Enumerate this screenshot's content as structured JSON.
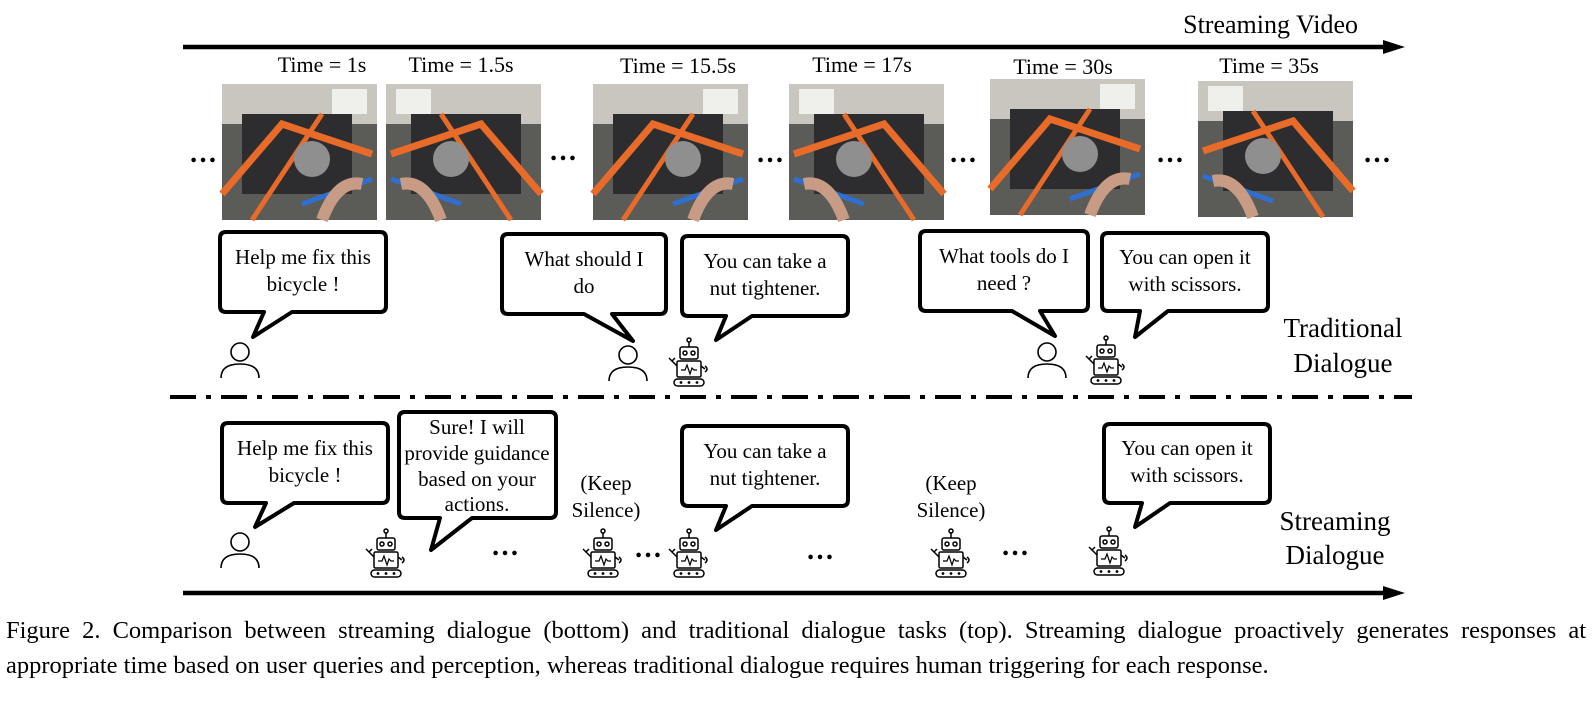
{
  "header": {
    "streaming_video_label": "Streaming Video"
  },
  "frames": [
    {
      "time_label": "Time = 1s"
    },
    {
      "time_label": "Time = 1.5s"
    },
    {
      "time_label": "Time = 15.5s"
    },
    {
      "time_label": "Time = 17s"
    },
    {
      "time_label": "Time = 30s"
    },
    {
      "time_label": "Time = 35s"
    }
  ],
  "ellipsis": "…",
  "traditional": {
    "label_line1": "Traditional",
    "label_line2": "Dialogue",
    "bubbles": [
      {
        "speaker": "user",
        "lines": [
          "Help me fix this",
          "bicycle !"
        ]
      },
      {
        "speaker": "user",
        "lines": [
          "What should I",
          "do"
        ]
      },
      {
        "speaker": "robot",
        "lines": [
          "You can take a",
          "nut tightener."
        ]
      },
      {
        "speaker": "user",
        "lines": [
          "What tools do I",
          "need ?"
        ]
      },
      {
        "speaker": "robot",
        "lines": [
          "You can open it",
          "with scissors."
        ]
      }
    ]
  },
  "streaming": {
    "label_line1": "Streaming",
    "label_line2": "Dialogue",
    "bubbles": [
      {
        "speaker": "user",
        "lines": [
          "Help me fix this",
          "bicycle !"
        ]
      },
      {
        "speaker": "robot",
        "lines": [
          "Sure! I will",
          "provide guidance",
          "based on your",
          "actions."
        ]
      },
      {
        "speaker": "robot",
        "lines": [
          "You can take a",
          "nut tightener."
        ]
      },
      {
        "speaker": "robot",
        "lines": [
          "You can open it",
          "with scissors."
        ]
      }
    ],
    "silence": [
      {
        "lines": [
          "(Keep",
          "Silence)"
        ]
      },
      {
        "lines": [
          "(Keep",
          "Silence)"
        ]
      }
    ]
  },
  "caption": {
    "figure_label": "Figure 2.",
    "text": "Comparison between streaming dialogue (bottom) and traditional dialogue tasks (top). Streaming dialogue proactively generates responses at appropriate time based on user queries and perception, whereas traditional dialogue requires human triggering for each response."
  }
}
